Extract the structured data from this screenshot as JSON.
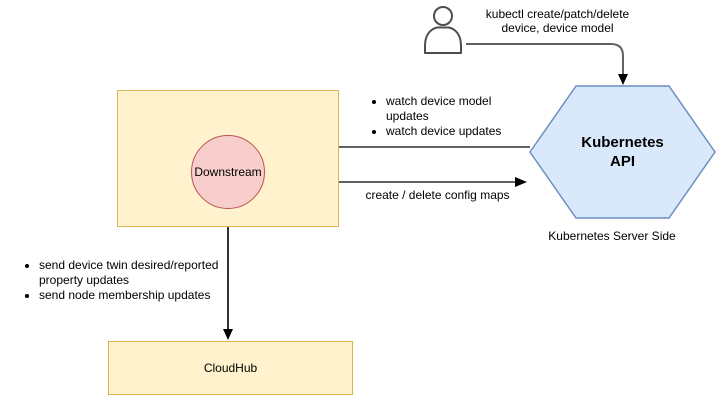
{
  "actor": {
    "action_label": "kubectl create/patch/delete\ndevice, device model"
  },
  "kubernetes_api": {
    "label": "Kubernetes\nAPI",
    "caption": "Kubernetes Server Side",
    "fill": "#dae8fc",
    "border": "#6c8ebf"
  },
  "edge_box": {
    "fill": "#fff2cc",
    "border": "#d6b656"
  },
  "downstream": {
    "label": "Downstream",
    "fill": "#f8cecc",
    "border": "#b85450"
  },
  "cloudhub": {
    "label": "CloudHub",
    "fill": "#fff2cc",
    "border": "#d6b656"
  },
  "edges": {
    "watch_notes": [
      "watch device model updates",
      "watch device updates"
    ],
    "config_maps_label": "create / delete config maps",
    "send_notes": [
      "send device twin desired/reported property updates",
      "send node membership updates"
    ],
    "line_color": "#616161",
    "arrow_color": "#000000"
  }
}
